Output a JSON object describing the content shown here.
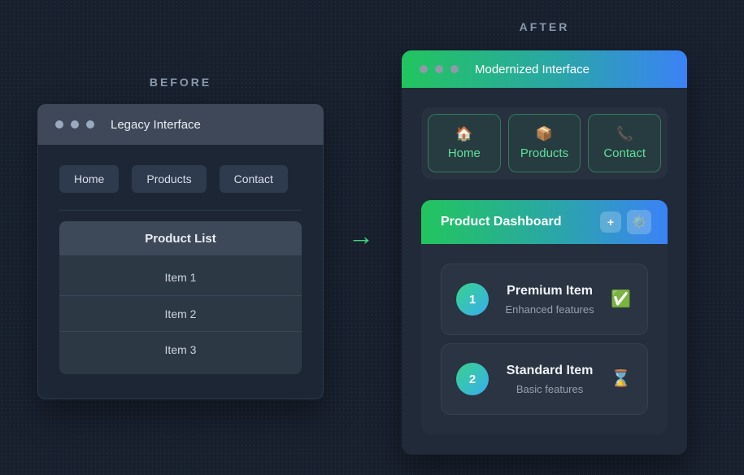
{
  "labels": {
    "before": "BEFORE",
    "after": "AFTER"
  },
  "arrow_icon": "→",
  "colors": {
    "page_bg": "#18202e",
    "accent_green": "#3ed97c",
    "gradient_start": "#22c55e",
    "gradient_end": "#3b82f6",
    "nav_green_text": "#5fe09a",
    "legacy_titlebar": "#3e4858"
  },
  "legacy": {
    "title": "Legacy Interface",
    "nav": [
      "Home",
      "Products",
      "Contact"
    ],
    "list": {
      "header": "Product List",
      "items": [
        "Item 1",
        "Item 2",
        "Item 3"
      ]
    }
  },
  "modern": {
    "title": "Modernized Interface",
    "nav": [
      {
        "icon": "🏠",
        "label": "Home"
      },
      {
        "icon": "📦",
        "label": "Products"
      },
      {
        "icon": "📞",
        "label": "Contact"
      }
    ],
    "dashboard": {
      "title": "Product Dashboard",
      "add_label": "+",
      "settings_icon": "⚙️",
      "items": [
        {
          "number": "1",
          "title": "Premium Item",
          "subtitle": "Enhanced features",
          "status_icon": "✅"
        },
        {
          "number": "2",
          "title": "Standard Item",
          "subtitle": "Basic features",
          "status_icon": "⌛"
        }
      ]
    }
  }
}
